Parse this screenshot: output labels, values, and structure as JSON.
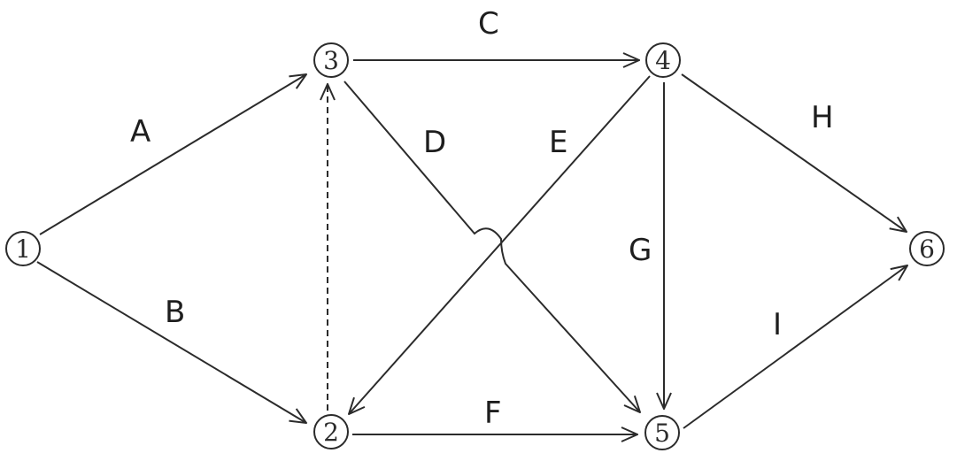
{
  "diagram": {
    "nodes": [
      {
        "id": "1",
        "label": "1"
      },
      {
        "id": "2",
        "label": "2"
      },
      {
        "id": "3",
        "label": "3"
      },
      {
        "id": "4",
        "label": "4"
      },
      {
        "id": "5",
        "label": "5"
      },
      {
        "id": "6",
        "label": "6"
      }
    ],
    "edges": [
      {
        "from": "1",
        "to": "3",
        "label": "A",
        "style": "solid"
      },
      {
        "from": "1",
        "to": "2",
        "label": "B",
        "style": "solid"
      },
      {
        "from": "3",
        "to": "4",
        "label": "C",
        "style": "solid"
      },
      {
        "from": "3",
        "to": "5",
        "label": "D",
        "style": "solid"
      },
      {
        "from": "4",
        "to": "2",
        "label": "E",
        "style": "solid"
      },
      {
        "from": "2",
        "to": "5",
        "label": "F",
        "style": "solid"
      },
      {
        "from": "4",
        "to": "5",
        "label": "G",
        "style": "solid"
      },
      {
        "from": "4",
        "to": "6",
        "label": "H",
        "style": "solid"
      },
      {
        "from": "5",
        "to": "6",
        "label": "I",
        "style": "solid"
      },
      {
        "from": "2",
        "to": "3",
        "label": "",
        "style": "dashed"
      }
    ],
    "colors": {
      "stroke": "#2b2b2b",
      "background": "#ffffff"
    }
  }
}
